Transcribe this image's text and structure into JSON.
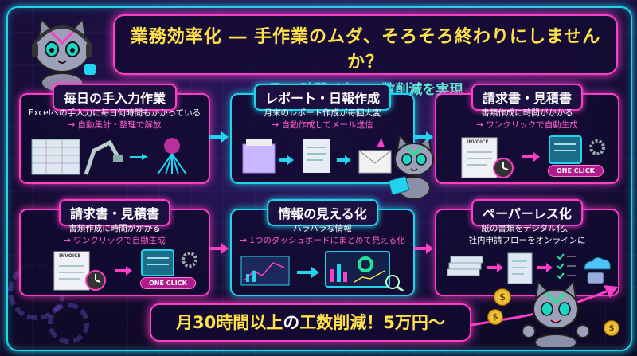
{
  "header": {
    "title": "業務効率化 ― 手作業のムダ、そろそろ終わりにしませんか？",
    "subtitle": "月30時間以上の工数削減を実現"
  },
  "cards": [
    {
      "title": "毎日の手入力作業",
      "line1": "Excelへの手入力に毎日何時間もかかっている",
      "line2": "→ 自動集計・整理で解放"
    },
    {
      "title": "レポート・日報作成",
      "line1": "月末のレポート作成が毎回大変",
      "line2": "→ 自動作成してメール送信"
    },
    {
      "title": "請求書・見積書",
      "line1": "書類作成に時間がかかる",
      "line2": "→ ワンクリックで自動生成"
    },
    {
      "title": "請求書・見積書",
      "line1": "書類作成に時間がかかる",
      "line2": "→ ワンクリックで自動生成"
    },
    {
      "title": "情報の見える化",
      "line1": "バラバラな情報",
      "line2": "→ 1つのダッシュボードにまとめて見える化"
    },
    {
      "title": "ペーパーレス化",
      "line1": "紙の書類をデジタル化、",
      "line2": "社内申請フローをオンラインに"
    }
  ],
  "invoice_label": "INVOICE",
  "one_click_label": "ONE CLICK",
  "coin_symbol": "$",
  "footer": {
    "part1": "月30時間以上",
    "part2": "の",
    "part3": "工数削減！5万円〜"
  },
  "colors": {
    "pink": "#ff3ec8",
    "cyan": "#22d3ee",
    "yellow": "#ffe14a",
    "teal": "#5eead4"
  }
}
